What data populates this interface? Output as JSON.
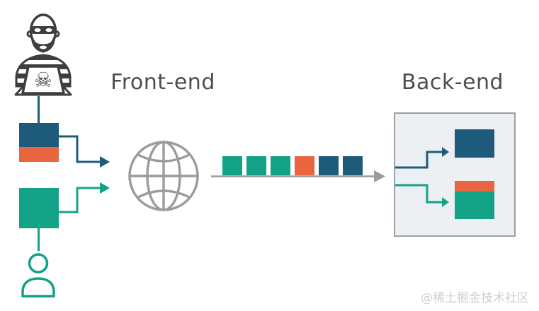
{
  "labels": {
    "front_end": "Front-end",
    "back_end": "Back-end"
  },
  "watermark": "@稀土掘金技术社区",
  "colors": {
    "blue": "#1e5b7b",
    "orange": "#e9653f",
    "green": "#14a287",
    "gray": "#9b9b9b",
    "icon_dark": "#3e3e3e",
    "panel_bg": "#edf0f2",
    "panel_border": "#9ba1a6",
    "text": "#4a4e52",
    "watermark": "#cccfd2"
  },
  "icons": {
    "hacker": "hacker-icon",
    "globe": "globe-icon",
    "user": "user-icon"
  },
  "attacker_block": {
    "segments": [
      "blue",
      "orange"
    ]
  },
  "user_block": {
    "segments": [
      "green"
    ]
  },
  "transmission": {
    "packets": [
      "green",
      "green",
      "green",
      "orange",
      "blue",
      "blue"
    ]
  },
  "backend_blocks": [
    {
      "segments": [
        "blue"
      ]
    },
    {
      "segments": [
        "orange",
        "green"
      ]
    }
  ]
}
